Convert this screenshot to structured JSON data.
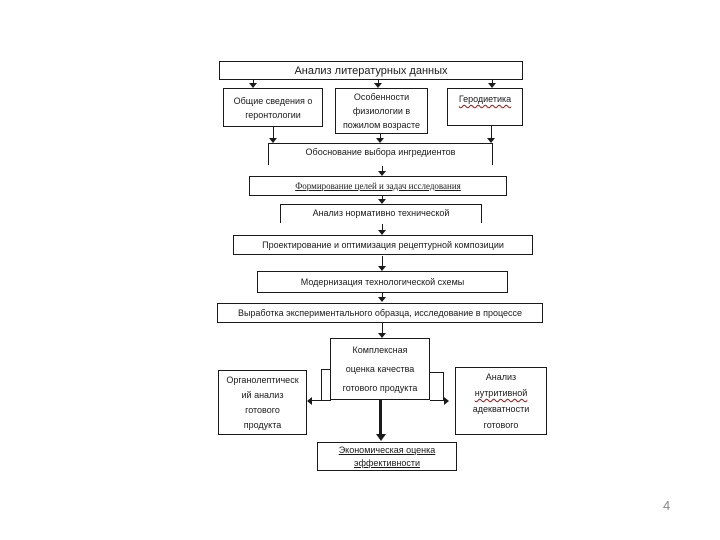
{
  "page": {
    "number": "4"
  },
  "colors": {
    "line": "#1a1a1a",
    "text": "#1a1a1a",
    "spellcheck_underline": "#c00000",
    "page_number": "#8a8a8a"
  },
  "flowchart": {
    "title": "Анализ литературных данных",
    "sources": [
      {
        "lines": [
          "Общие сведения о",
          "геронтологии"
        ]
      },
      {
        "lines": [
          "Особенности",
          "физиологии в",
          "пожилом возрасте"
        ]
      },
      {
        "lines": [
          "Геродиетика"
        ]
      }
    ],
    "steps": [
      {
        "label": "Обоснование выбора ингредиентов"
      },
      {
        "label": "Формирование целей и задач исследования"
      },
      {
        "label": "Анализ нормативно технической"
      },
      {
        "label": "Проектирование и оптимизация рецептурной композиции"
      },
      {
        "label": "Модернизация технологической схемы"
      },
      {
        "label": "Выработка экспериментального образца, исследование в процессе"
      }
    ],
    "quality_box": {
      "lines": [
        "Комплексная",
        "оценка качества",
        "готового продукта"
      ]
    },
    "organoleptic_box": {
      "lines": [
        "Органолептическ",
        "ий анализ",
        "готового",
        "продукта"
      ]
    },
    "nutritive_box": {
      "lines": [
        "Анализ",
        "нутритивной",
        "адекватности",
        "готового"
      ]
    },
    "economic_box": {
      "lines": [
        "Экономическая оценка",
        "эффективности"
      ]
    }
  }
}
